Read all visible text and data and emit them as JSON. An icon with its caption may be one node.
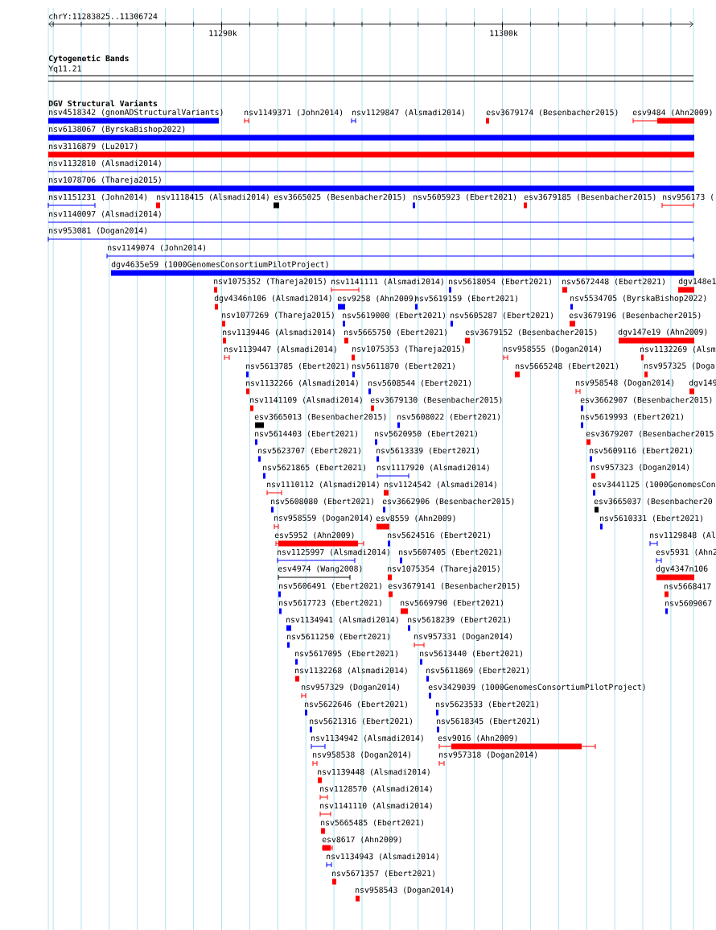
{
  "diagram": {
    "labels": [
      "chrY:11283825..11306724",
      "11290k",
      "11300k",
      "Cytogenetic Bands",
      "Yq11.21",
      "DGV Structural Variants"
    ],
    "nodes": [
      {
        "text": [
          "nsv4518342 (gnomADStructuralVariants)"
        ]
      },
      {
        "text": [
          "nsv1149371 (John2014)"
        ]
      },
      {
        "text": [
          "nsv1129847 (Alsmadi2014)"
        ]
      },
      {
        "text": [
          "esv3679174 (Besenbacher2015)"
        ]
      },
      {
        "text": [
          "esv9484 (Ahn2009)"
        ]
      },
      {
        "text": [
          "nsv6138067 (ByrskaBishop2022)"
        ]
      },
      {
        "text": [
          "nsv3116879 (Lu2017)"
        ]
      },
      {
        "text": [
          "nsv1132810 (Alsmadi2014)"
        ]
      },
      {
        "text": [
          "nsv1078706 (Thareja2015)"
        ]
      },
      {
        "text": [
          "nsv1151231 (John2014)"
        ]
      },
      {
        "text": [
          "nsv1118415 (Alsmadi2014)"
        ]
      },
      {
        "text": [
          "esv3665025 (Besenbacher2015)"
        ]
      },
      {
        "text": [
          "nsv5605923 (Ebert2021)"
        ]
      },
      {
        "text": [
          "esv3679185 (Besenbacher2015)"
        ]
      },
      {
        "text": [
          "nsv956173 ("
        ]
      },
      {
        "text": [
          "nsv1140097 (Alsmadi2014)"
        ]
      },
      {
        "text": [
          "nsv953081 (Dogan2014)"
        ]
      },
      {
        "text": [
          "nsv1149074 (John2014)"
        ]
      },
      {
        "text": [
          "dgv4635e59 (1000GenomesConsortiumPilotProject)"
        ]
      },
      {
        "text": [
          "nsv1075352 (Thareja2015)"
        ]
      },
      {
        "text": [
          "nsv1141111 (Alsmadi2014)"
        ]
      },
      {
        "text": [
          "nsv5618054 (Ebert2021)"
        ]
      },
      {
        "text": [
          "nsv5672448 (Ebert2021)"
        ]
      },
      {
        "text": [
          "dgv148e1"
        ]
      },
      {
        "text": [
          "dgv4346n106 (Alsmadi2014)"
        ]
      },
      {
        "text": [
          "esv9258 (Ahn2009)"
        ]
      },
      {
        "text": [
          "nsv5619159 (Ebert2021)"
        ]
      },
      {
        "text": [
          "nsv5534705 (ByrskaBishop2022)"
        ]
      },
      {
        "text": [
          "nsv1077269 (Thareja2015)"
        ]
      },
      {
        "text": [
          "nsv5619000 (Ebert2021)"
        ]
      },
      {
        "text": [
          "nsv5605287 (Ebert2021)"
        ]
      },
      {
        "text": [
          "esv3679196 (Besenbacher2015)"
        ]
      },
      {
        "text": [
          "nsv1139446 (Alsmadi2014)"
        ]
      },
      {
        "text": [
          "nsv5665750 (Ebert2021)"
        ]
      },
      {
        "text": [
          "esv3679152 (Besenbacher2015)"
        ]
      },
      {
        "text": [
          "dgv147e19 (Ahn2009)"
        ]
      },
      {
        "text": [
          "nsv1139447 (Alsmadi2014)"
        ]
      },
      {
        "text": [
          "nsv1075353 (Thareja2015)"
        ]
      },
      {
        "text": [
          "nsv958555 (Dogan2014)"
        ]
      },
      {
        "text": [
          "nsv1132269 (Alsm"
        ]
      },
      {
        "text": [
          "nsv5613785 (Ebert2021)"
        ]
      },
      {
        "text": [
          "nsv5611870 (Ebert2021)"
        ]
      },
      {
        "text": [
          "nsv5665248 (Ebert2021)"
        ]
      },
      {
        "text": [
          "nsv957325 (Doga"
        ]
      },
      {
        "text": [
          "nsv1132266 (Alsmadi2014)"
        ]
      },
      {
        "text": [
          "nsv5608544 (Ebert2021)"
        ]
      },
      {
        "text": [
          "nsv958548 (Dogan2014)"
        ]
      },
      {
        "text": [
          "dgv149"
        ]
      },
      {
        "text": [
          "nsv1141109 (Alsmadi2014)"
        ]
      },
      {
        "text": [
          "esv3679130 (Besenbacher2015)"
        ]
      },
      {
        "text": [
          "esv3662907 (Besenbacher2015)"
        ]
      },
      {
        "text": [
          "esv3665013 (Besenbacher2015)"
        ]
      },
      {
        "text": [
          "nsv5608022 (Ebert2021)"
        ]
      },
      {
        "text": [
          "nsv5619993 (Ebert2021)"
        ]
      },
      {
        "text": [
          "nsv5614403 (Ebert2021)"
        ]
      },
      {
        "text": [
          "nsv5620950 (Ebert2021)"
        ]
      },
      {
        "text": [
          "esv3679207 (Besenbacher2015"
        ]
      },
      {
        "text": [
          "nsv5623707 (Ebert2021)"
        ]
      },
      {
        "text": [
          "nsv5613339 (Ebert2021)"
        ]
      },
      {
        "text": [
          "nsv5609116 (Ebert2021)"
        ]
      },
      {
        "text": [
          "nsv5621865 (Ebert2021)"
        ]
      },
      {
        "text": [
          "nsv1117920 (Alsmadi2014)"
        ]
      },
      {
        "text": [
          "nsv957323 (Dogan2014)"
        ]
      },
      {
        "text": [
          "nsv1110112 (Alsmadi2014)"
        ]
      },
      {
        "text": [
          "nsv1124542 (Alsmadi2014)"
        ]
      },
      {
        "text": [
          "esv3441125 (1000GenomesCon"
        ]
      },
      {
        "text": [
          "nsv5608080 (Ebert2021)"
        ]
      },
      {
        "text": [
          "esv3662906 (Besenbacher2015)"
        ]
      },
      {
        "text": [
          "esv3665037 (Besenbacher20"
        ]
      },
      {
        "text": [
          "nsv958559 (Dogan2014)"
        ]
      },
      {
        "text": [
          "esv8559 (Ahn2009)"
        ]
      },
      {
        "text": [
          "nsv5610331 (Ebert2021)"
        ]
      },
      {
        "text": [
          "esv5952 (Ahn2009)"
        ]
      },
      {
        "text": [
          "nsv5624516 (Ebert2021)"
        ]
      },
      {
        "text": [
          "nsv1129848 (Al"
        ]
      },
      {
        "text": [
          "nsv1125997 (Alsmadi2014)"
        ]
      },
      {
        "text": [
          "nsv5607405 (Ebert2021)"
        ]
      },
      {
        "text": [
          "esv5931 (Ahn2"
        ]
      },
      {
        "text": [
          "esv4974 (Wang2008)"
        ]
      },
      {
        "text": [
          "nsv1075354 (Thareja2015)"
        ]
      },
      {
        "text": [
          "dgv4347n106"
        ]
      },
      {
        "text": [
          "nsv5606491 (Ebert2021)"
        ]
      },
      {
        "text": [
          "esv3679141 (Besenbacher2015)"
        ]
      },
      {
        "text": [
          "nsv5668417"
        ]
      },
      {
        "text": [
          "nsv5617723 (Ebert2021)"
        ]
      },
      {
        "text": [
          "nsv5669790 (Ebert2021)"
        ]
      },
      {
        "text": [
          "nsv5609067"
        ]
      },
      {
        "text": [
          "nsv1134941 (Alsmadi2014)"
        ]
      },
      {
        "text": [
          "nsv5618239 (Ebert2021)"
        ]
      },
      {
        "text": [
          "nsv5611250 (Ebert2021)"
        ]
      },
      {
        "text": [
          "nsv957331 (Dogan2014)"
        ]
      },
      {
        "text": [
          "nsv5617095 (Ebert2021)"
        ]
      },
      {
        "text": [
          "nsv5613440 (Ebert2021)"
        ]
      },
      {
        "text": [
          "nsv1132268 (Alsmadi2014)"
        ]
      },
      {
        "text": [
          "nsv5611869 (Ebert2021)"
        ]
      },
      {
        "text": [
          "nsv957329 (Dogan2014)"
        ]
      },
      {
        "text": [
          "esv3429039 (1000GenomesConsortiumPilotProject)"
        ]
      },
      {
        "text": [
          "nsv5622646 (Ebert2021)"
        ]
      },
      {
        "text": [
          "nsv5623533 (Ebert2021)"
        ]
      },
      {
        "text": [
          "nsv5621316 (Ebert2021)"
        ]
      },
      {
        "text": [
          "nsv5618345 (Ebert2021)"
        ]
      },
      {
        "text": [
          "nsv1134942 (Alsmadi2014)"
        ]
      },
      {
        "text": [
          "esv9016 (Ahn2009)"
        ]
      },
      {
        "text": [
          "nsv958538 (Dogan2014)"
        ]
      },
      {
        "text": [
          "nsv957318 (Dogan2014)"
        ]
      },
      {
        "text": [
          "nsv1139448 (Alsmadi2014)"
        ]
      },
      {
        "text": [
          "nsv1128570 (Alsmadi2014)"
        ]
      },
      {
        "text": [
          "nsv1141110 (Alsmadi2014)"
        ]
      },
      {
        "text": [
          "nsv5665485 (Ebert2021)"
        ]
      },
      {
        "text": [
          "esv8617 (Ahn2009)"
        ]
      },
      {
        "text": [
          "nsv1134943 (Alsmadi2014)"
        ]
      },
      {
        "text": [
          "nsv5671357 (Ebert2021)"
        ]
      },
      {
        "text": [
          "nsv958543 (Dogan2014)"
        ]
      }
    ]
  }
}
